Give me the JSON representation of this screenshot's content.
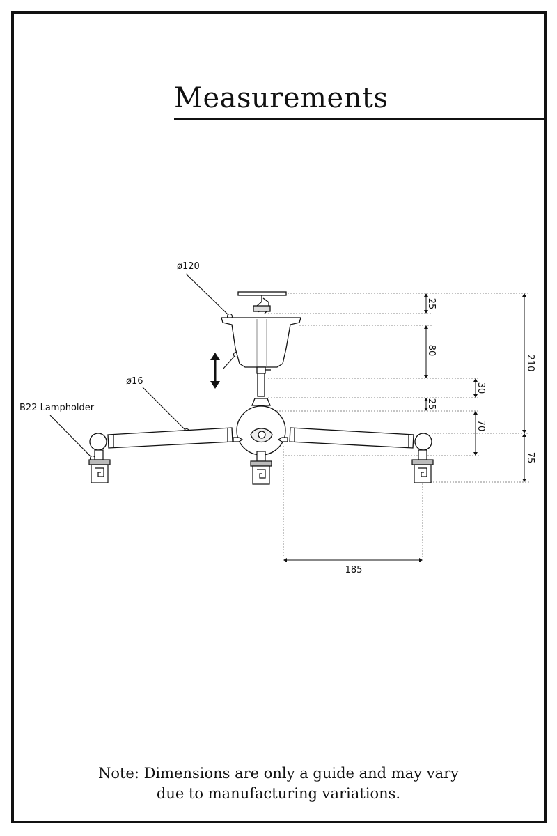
{
  "title": "Measurements",
  "labels": {
    "canopy_diameter": "ø120",
    "arm_diameter": "ø16",
    "lampholder": "B22 Lampholder"
  },
  "dimensions": {
    "d25_top": "25",
    "d80": "80",
    "d30": "30",
    "d25_mid": "25",
    "d70": "70",
    "d210": "210",
    "d75": "75",
    "d185": "185"
  },
  "note": {
    "line1": "Note: Dimensions are only a guide and may vary",
    "line2": "due to manufacturing variations."
  },
  "colors": {
    "ink": "#111111",
    "guide": "#888888",
    "shade": "#bbbbbb"
  },
  "icons": {
    "adjust": "double-arrow-vertical-icon"
  }
}
